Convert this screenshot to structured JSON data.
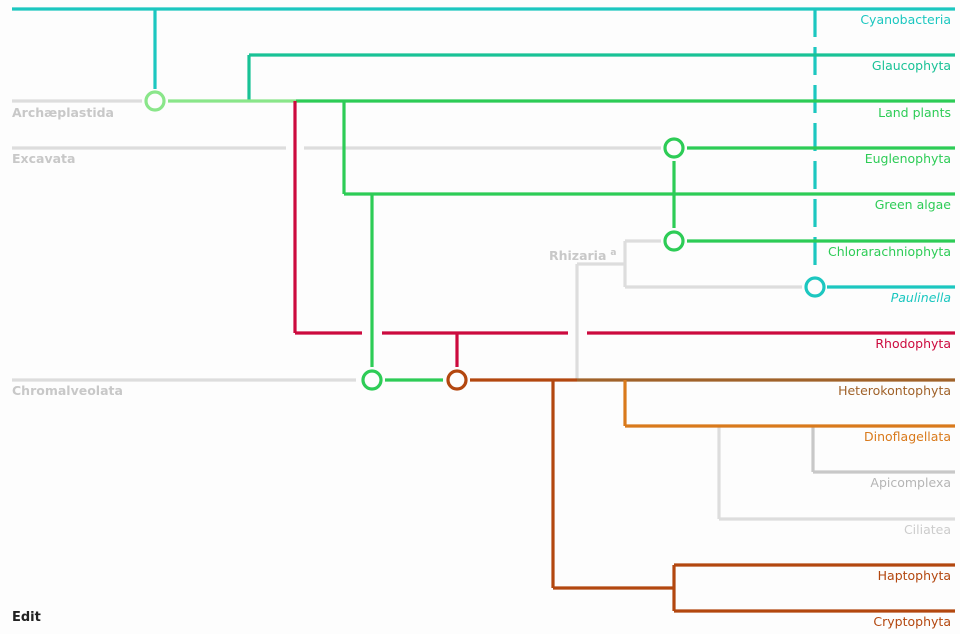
{
  "colors": {
    "cyan": "#1cc7c0",
    "teal": "#19c296",
    "green": "#2dcc56",
    "lightgreen": "#8ae68a",
    "red": "#cc0a3e",
    "brown": "#b3470f",
    "orangebrown": "#a0622a",
    "orange": "#d97a1c",
    "gray": "#dddddd",
    "darkgray": "#c8c8c8"
  },
  "taxa": [
    {
      "key": "cyanobacteria",
      "label": "Cyanobacteria",
      "color": "#1cc7c0"
    },
    {
      "key": "glaucophyta",
      "label": "Glaucophyta",
      "color": "#19c296"
    },
    {
      "key": "land_plants",
      "label": "Land plants",
      "color": "#2dcc56"
    },
    {
      "key": "euglenophyta",
      "label": "Euglenophyta",
      "color": "#2dcc56"
    },
    {
      "key": "green_algae",
      "label": "Green algae",
      "color": "#2dcc56"
    },
    {
      "key": "chlorarachniophyta",
      "label": "Chlorarachniophyta",
      "color": "#2dcc56"
    },
    {
      "key": "paulinella",
      "label": "Paulinella",
      "color": "#1cc7c0",
      "italic": true
    },
    {
      "key": "rhodophyta",
      "label": "Rhodophyta",
      "color": "#cc0a3e"
    },
    {
      "key": "heterokontophyta",
      "label": "Heterokontophyta",
      "color": "#a0622a"
    },
    {
      "key": "dinoflagellata",
      "label": "Dinoflagellata",
      "color": "#d97a1c"
    },
    {
      "key": "apicomplexa",
      "label": "Apicomplexa",
      "color": "#b5b5b5"
    },
    {
      "key": "ciliatea",
      "label": "Ciliatea",
      "color": "#cccccc"
    },
    {
      "key": "haptophyta",
      "label": "Haptophyta",
      "color": "#b3470f"
    },
    {
      "key": "cryptophyta",
      "label": "Cryptophyta",
      "color": "#b3470f"
    }
  ],
  "groups": {
    "archaeplastida": "Archæplastida",
    "excavata": "Excavata",
    "chromalveolata": "Chromalveolata",
    "rhizaria": "Rhizaria",
    "rhizaria_note": "a"
  },
  "controls": {
    "edit": "Edit"
  }
}
